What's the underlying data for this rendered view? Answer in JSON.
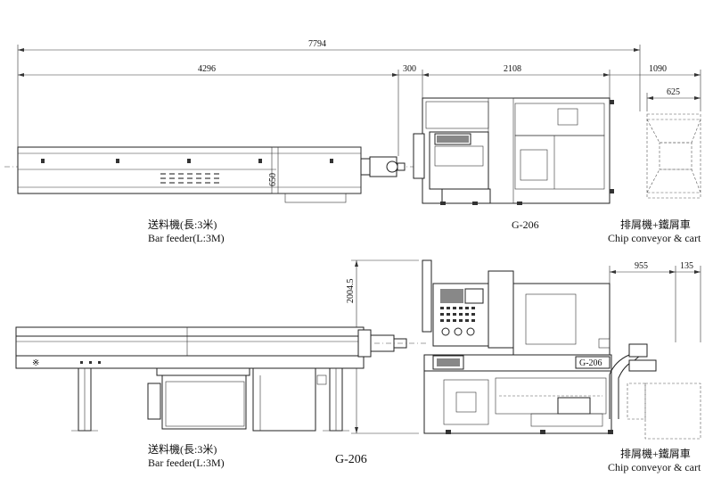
{
  "dimensions": {
    "total_length": "7794",
    "bar_feeder_length": "4296",
    "gap": "300",
    "machine_length": "2108",
    "chip_conveyor_length": "1090",
    "cart_width": "625",
    "bar_feeder_height": "650",
    "machine_height": "2004.5",
    "conveyor_offset": "955",
    "conveyor_edge": "135"
  },
  "labels": {
    "top_bar_feeder_zh": "送料機(長:3米)",
    "top_bar_feeder_en": "Bar feeder(L:3M)",
    "top_machine": "G-206",
    "top_chip_zh": "排屑機+鐵屑車",
    "top_chip_en": "Chip conveyor & cart",
    "side_bar_feeder_zh": "送料機(長:3米)",
    "side_bar_feeder_en": "Bar feeder(L:3M)",
    "side_machine": "G-206",
    "side_chip_zh": "排屑機+鐵屑車",
    "side_chip_en": "Chip conveyor & cart",
    "nameplate": "G-206"
  }
}
